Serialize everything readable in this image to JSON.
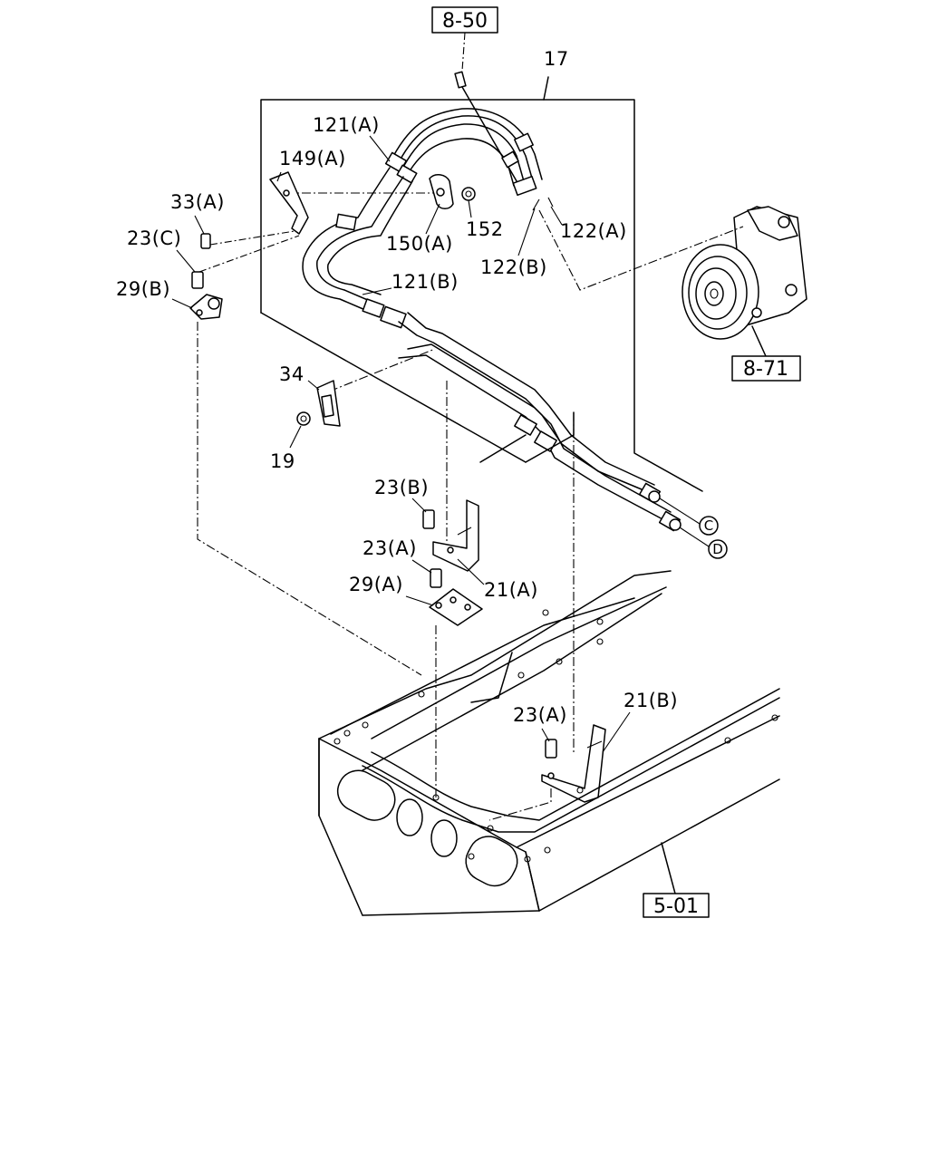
{
  "refs": {
    "top": "8-50",
    "compressor": "8-71",
    "frame": "5-01"
  },
  "labels": {
    "p17": "17",
    "p121a": "121(A)",
    "p149a": "149(A)",
    "p33a": "33(A)",
    "p23c": "23(C)",
    "p29b": "29(B)",
    "p150a": "150(A)",
    "p152": "152",
    "p122a": "122(A)",
    "p122b": "122(B)",
    "p121b": "121(B)",
    "p34": "34",
    "p19": "19",
    "p23b": "23(B)",
    "p23a_1": "23(A)",
    "p29a": "29(A)",
    "p21a": "21(A)",
    "p23a_2": "23(A)",
    "p21b": "21(B)"
  },
  "connectors": {
    "c": "C",
    "d": "D"
  }
}
